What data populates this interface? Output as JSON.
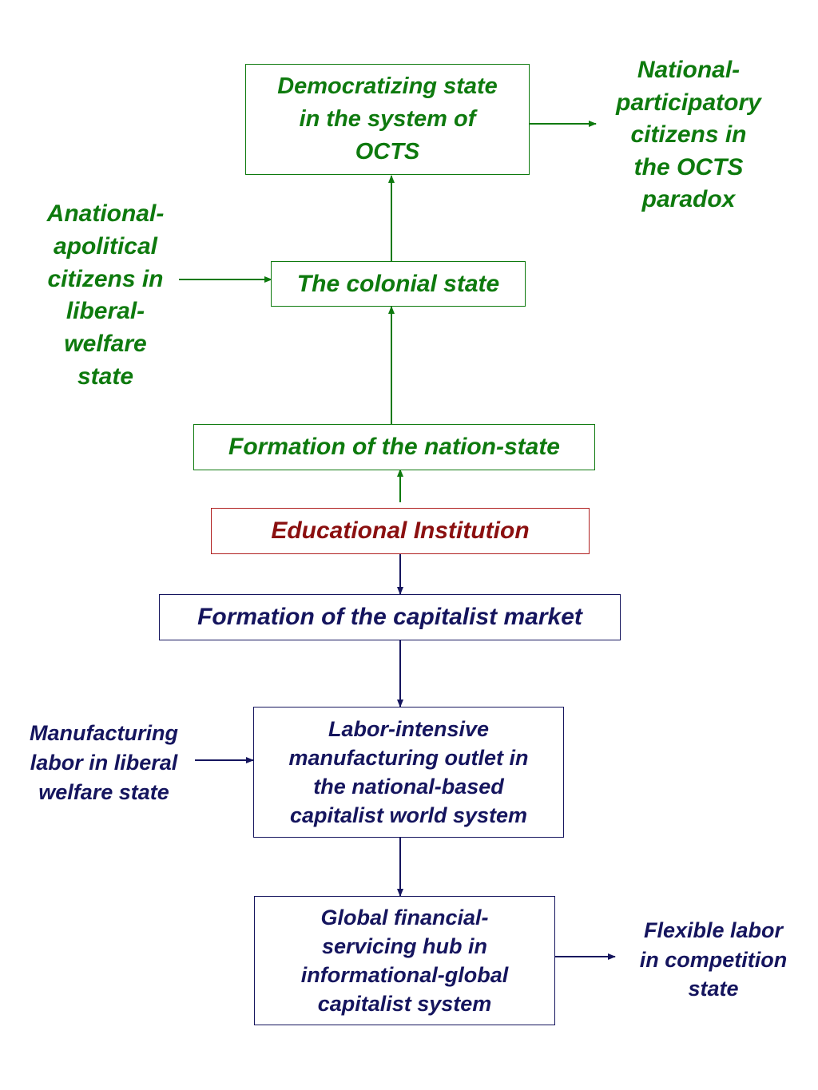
{
  "colors": {
    "green": "#0e7a0e",
    "red": "#8b1010",
    "navy": "#15155e"
  },
  "boxes": {
    "democratizing_state": "Democratizing state\nin the system of\nOCTS",
    "colonial_state": "The colonial state",
    "nation_state": "Formation of the nation-state",
    "educational_institution": "Educational Institution",
    "capitalist_market": "Formation of the capitalist market",
    "labor_intensive": "Labor-intensive\nmanufacturing outlet in\nthe national-based\ncapitalist world system",
    "global_financial": "Global financial-\nservicing hub in\ninformational-global\ncapitalist system"
  },
  "side_labels": {
    "national_participatory": "National-\nparticipatory\ncitizens in\nthe OCTS\nparadox",
    "anational_apolitical": "Anational-\napolitical\ncitizens in\nliberal-\nwelfare\nstate",
    "manufacturing_labor": "Manufacturing\nlabor in liberal\nwelfare state",
    "flexible_labor": "Flexible labor\nin competition\nstate"
  }
}
